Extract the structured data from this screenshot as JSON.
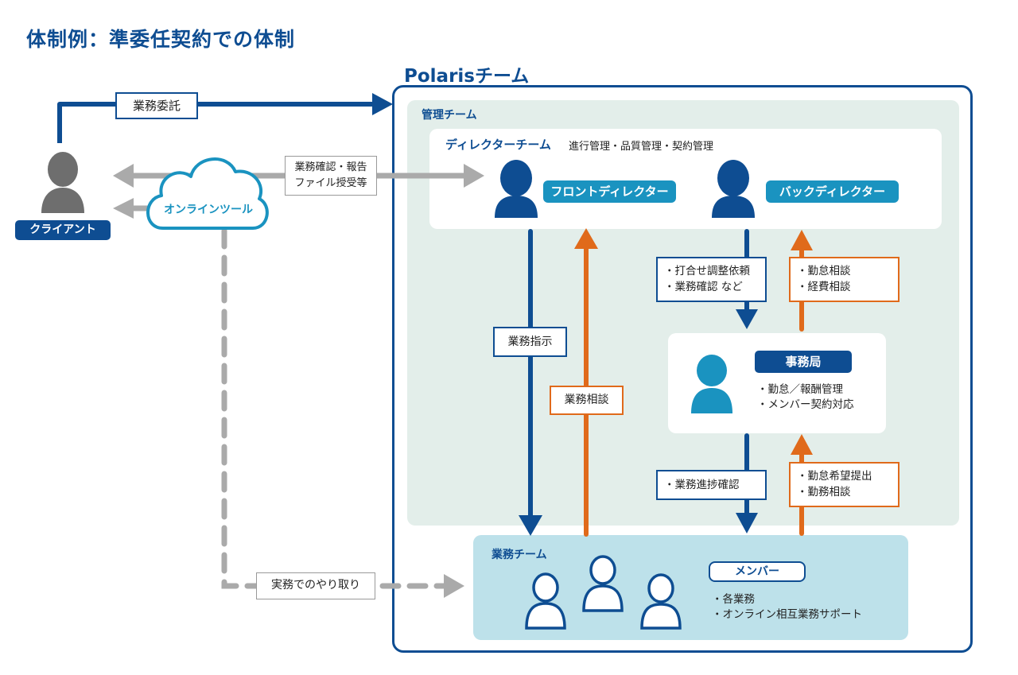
{
  "title": "体制例：準委任契約での体制",
  "client": {
    "label": "クライアント"
  },
  "cloud": {
    "label": "オンラインツール"
  },
  "edges": {
    "outsourcing": "業務委託",
    "confirm_report": [
      "業務確認・報告",
      "ファイル授受等"
    ],
    "practical_exchange": "実務でのやり取り",
    "work_instruction": "業務指示",
    "work_consult": "業務相談",
    "back_to_office": [
      "・打合せ調整依頼",
      "・業務確認 など"
    ],
    "office_to_back": [
      "・勤怠相談",
      "・経費相談"
    ],
    "office_to_team": "・業務進捗確認",
    "team_to_office": [
      "・勤怠希望提出",
      "・勤務相談"
    ]
  },
  "polaris": {
    "title": "Polarisチーム",
    "management": {
      "label": "管理チーム",
      "director_team": {
        "label": "ディレクターチーム",
        "duties": "進行管理・品質管理・契約管理",
        "front": "フロントディレクター",
        "back": "バックディレクター"
      },
      "office": {
        "label": "事務局",
        "duties": [
          "・勤怠／報酬管理",
          "・メンバー契約対応"
        ]
      }
    },
    "work_team": {
      "label": "業務チーム",
      "member_label": "メンバー",
      "duties": [
        "・各業務",
        "・オンライン相互業務サポート"
      ]
    }
  },
  "colors": {
    "navy": "#0e4d92",
    "teal": "#1a93c0",
    "orange": "#e06a1b",
    "gray": "#aaaaaa",
    "mgmt_bg": "#e3eeea",
    "team_bg": "#bde1ea"
  }
}
